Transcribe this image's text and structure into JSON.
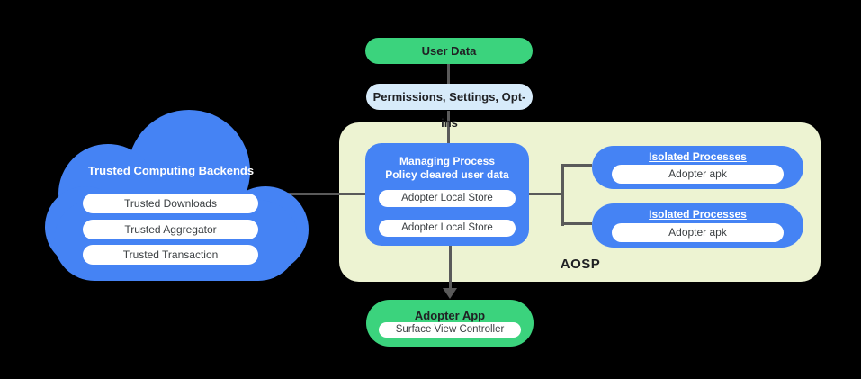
{
  "colors": {
    "background": "#000000",
    "blue": "#4583f4",
    "green": "#3bd37d",
    "light_blue": "#d7ebfa",
    "pale_green": "#edf3d2",
    "connector_line": "#5a5a5a",
    "dark_text": "#202124",
    "pill_text": "#3c4043",
    "white": "#ffffff"
  },
  "top_flow": {
    "user_data": "User Data",
    "permissions": "Permissions,  Settings, Opt-ins"
  },
  "cloud": {
    "title": "Trusted Computing Backends",
    "items": [
      "Trusted Downloads",
      "Trusted Aggregator",
      "Trusted Transaction"
    ]
  },
  "aosp": {
    "label": "AOSP",
    "managing": {
      "title_line1": "Managing Process",
      "title_line2": "Policy cleared user data",
      "stores": [
        "Adopter Local Store",
        "Adopter Local Store"
      ]
    },
    "isolated": [
      {
        "title": "Isolated Processes",
        "item": "Adopter apk"
      },
      {
        "title": "Isolated Processes",
        "item": "Adopter apk"
      }
    ]
  },
  "adopter_app": {
    "title": "Adopter App",
    "item": "Surface View Controller"
  }
}
